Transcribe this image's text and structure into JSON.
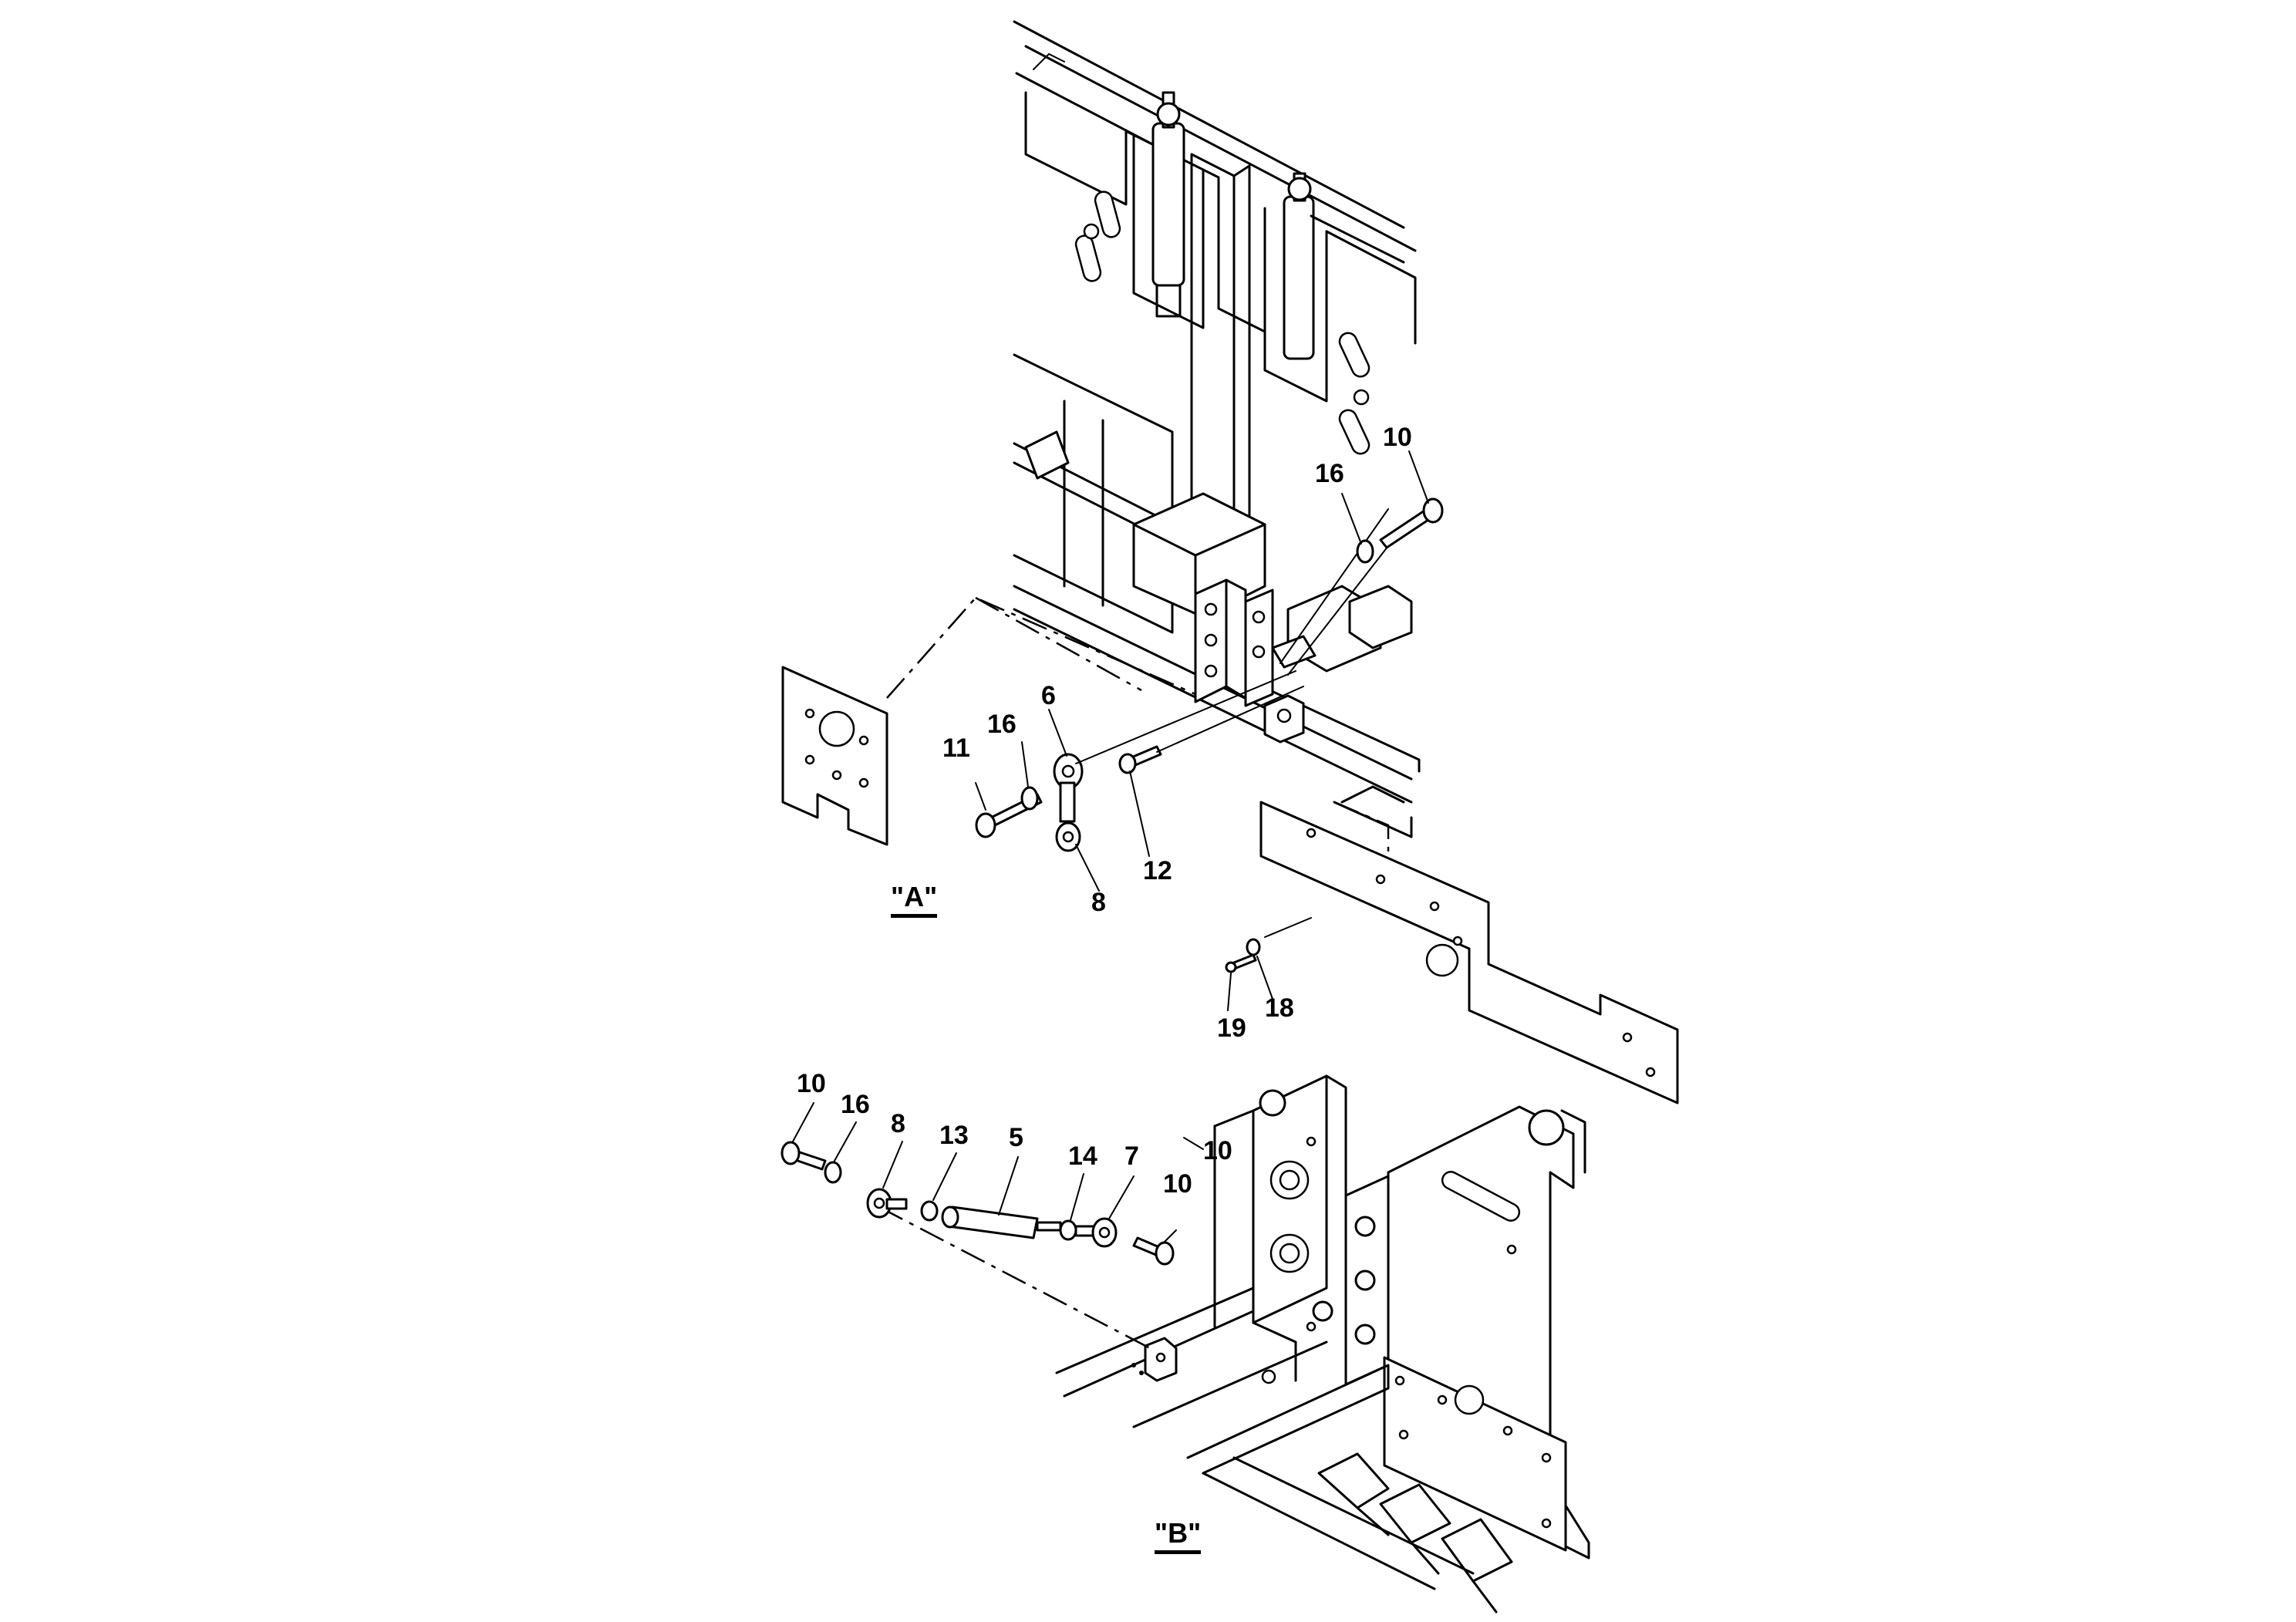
{
  "views": {
    "a": {
      "label": "\"A\""
    },
    "b": {
      "label": "\"B\""
    }
  },
  "callouts": {
    "a": [
      "10",
      "16",
      "6",
      "16",
      "11",
      "12",
      "8",
      "19",
      "18"
    ],
    "b": [
      "10",
      "16",
      "8",
      "13",
      "5",
      "14",
      "7",
      "10",
      "10"
    ]
  },
  "colors": {
    "line": "#000000",
    "background": "#ffffff"
  }
}
